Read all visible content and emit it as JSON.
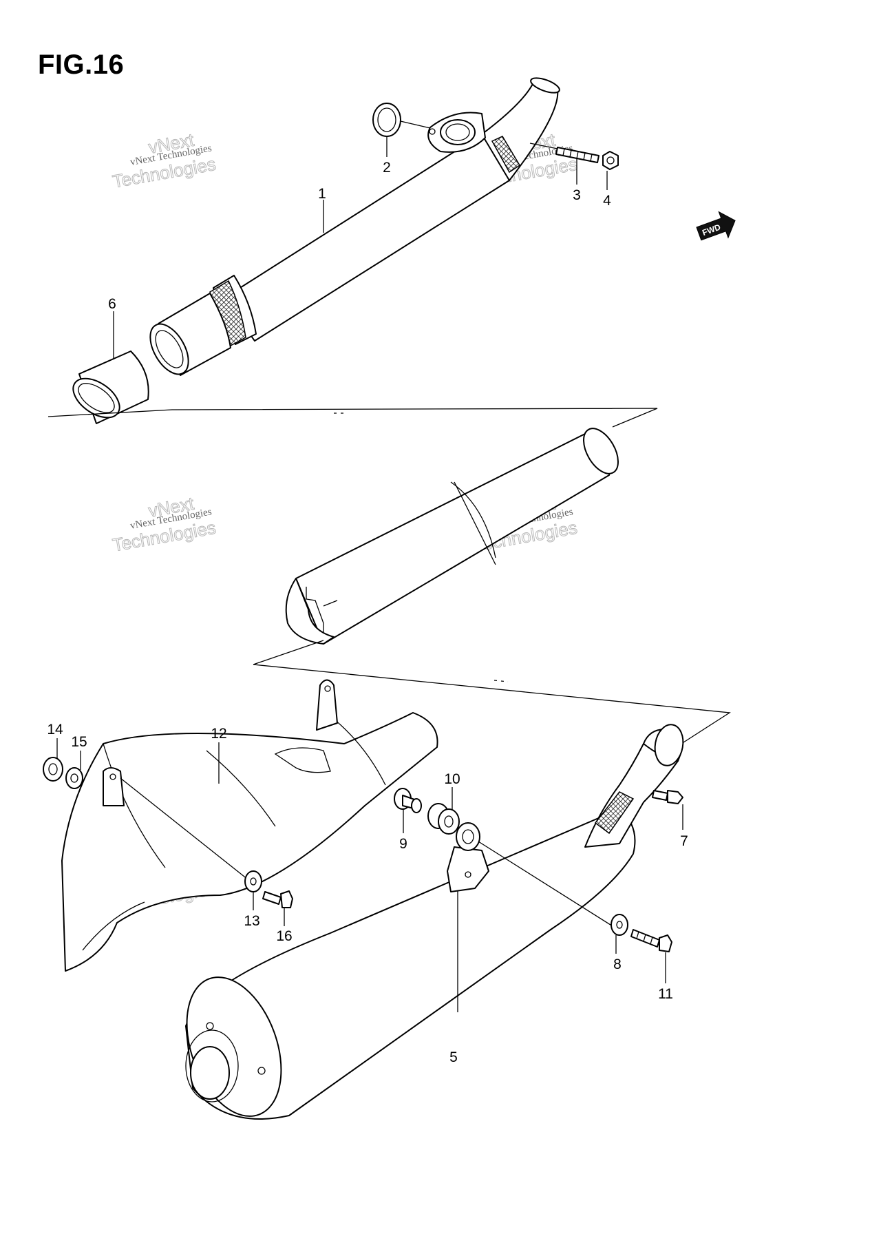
{
  "figure": {
    "title": "FIG.16"
  },
  "fwd_label": "FWD",
  "watermark": {
    "line1": "vNext Technologies",
    "line2": "Technologies",
    "line3": "vNext"
  },
  "callouts": {
    "c1": "1",
    "c2": "2",
    "c3": "3",
    "c4": "4",
    "c5": "5",
    "c6": "6",
    "c7": "7",
    "c8": "8",
    "c9": "9",
    "c10": "10",
    "c11": "11",
    "c12": "12",
    "c13": "13",
    "c14": "14",
    "c15": "15",
    "c16": "16"
  }
}
